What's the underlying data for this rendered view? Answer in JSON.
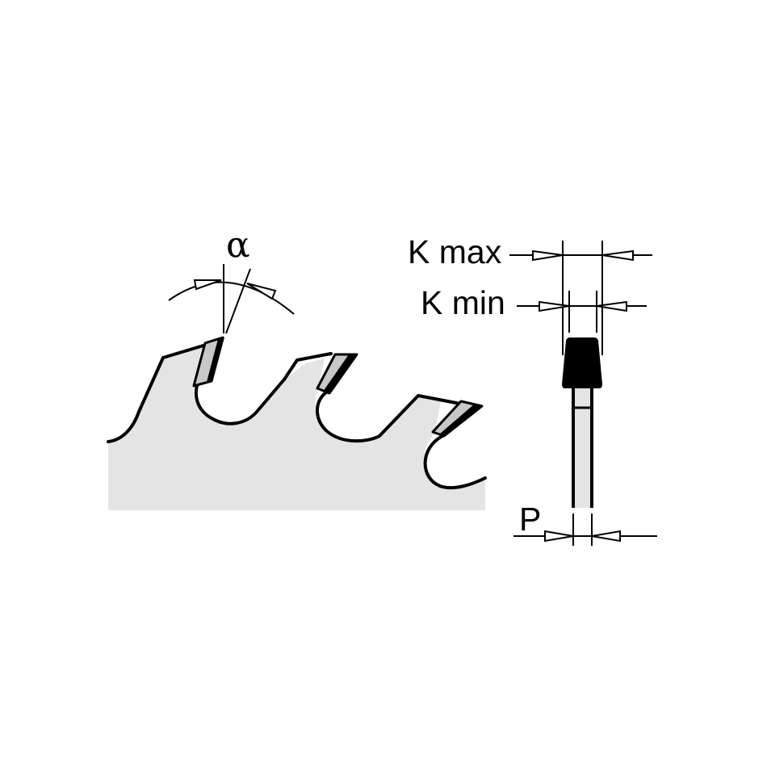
{
  "diagram": {
    "type": "saw-blade-tooth-geometry",
    "colors": {
      "blade_fill": "#e4e4e4",
      "tip_fill": "#c8c8c8",
      "outline": "#000000",
      "background": "#ffffff"
    },
    "labels": {
      "hook_angle": "α",
      "kerf_max": "K max",
      "kerf_min": "K min",
      "plate_thickness": "P"
    },
    "parts": {
      "left_view": "blade-profile-with-teeth",
      "right_view": "tooth-cross-section",
      "tooth_count_visible": 3
    }
  }
}
